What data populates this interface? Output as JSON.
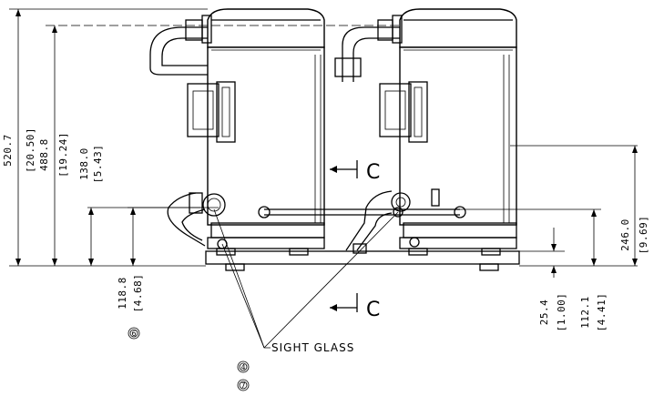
{
  "dimensions": {
    "total_height": {
      "mm": "520.7",
      "in": "[20.50]"
    },
    "top_suction": {
      "mm": "488.8",
      "in": "[19.24]"
    },
    "left_port": {
      "mm": "138.0",
      "in": "[5.43]"
    },
    "left_sight_glass": {
      "mm": "118.8",
      "in": "[4.68]"
    },
    "right_port": {
      "mm": "246.0",
      "in": "[9.69]"
    },
    "base_rail": {
      "mm": "25.4",
      "in": "[1.00]"
    },
    "right_sight_glass": {
      "mm": "112.1",
      "in": "[4.41]"
    }
  },
  "labels": {
    "sight_glass": "SIGHT GLASS",
    "section_marker": "C"
  },
  "callouts": [
    "6",
    "4",
    "7"
  ]
}
